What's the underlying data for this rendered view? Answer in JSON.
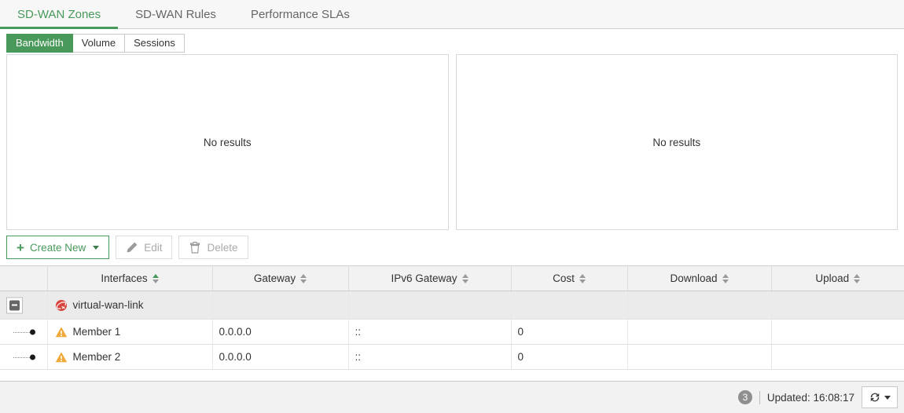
{
  "colors": {
    "accent_green": "#48995a",
    "warning_yellow": "#f0a838",
    "zone_red": "#d8453e"
  },
  "tabs": [
    {
      "label": "SD-WAN Zones",
      "active": true
    },
    {
      "label": "SD-WAN Rules",
      "active": false
    },
    {
      "label": "Performance SLAs",
      "active": false
    }
  ],
  "subtabs": [
    {
      "label": "Bandwidth",
      "active": true
    },
    {
      "label": "Volume",
      "active": false
    },
    {
      "label": "Sessions",
      "active": false
    }
  ],
  "charts": {
    "left_empty_text": "No results",
    "right_empty_text": "No results"
  },
  "toolbar": {
    "create_new_label": "Create New",
    "edit_label": "Edit",
    "delete_label": "Delete"
  },
  "table": {
    "columns": [
      {
        "label": "Interfaces",
        "sort": "asc"
      },
      {
        "label": "Gateway",
        "sort": "none"
      },
      {
        "label": "IPv6 Gateway",
        "sort": "none"
      },
      {
        "label": "Cost",
        "sort": "none"
      },
      {
        "label": "Download",
        "sort": "none"
      },
      {
        "label": "Upload",
        "sort": "none"
      }
    ],
    "rows": [
      {
        "interface": "virtual-wan-link",
        "icon": "sdwan-zone-icon",
        "gateway": "",
        "ipv6_gateway": "",
        "cost": "",
        "download": "",
        "upload": ""
      },
      {
        "interface": "Member 1",
        "icon": "warning-icon",
        "gateway": "0.0.0.0",
        "ipv6_gateway": "::",
        "cost": "0",
        "download": "",
        "upload": ""
      },
      {
        "interface": "Member 2",
        "icon": "warning-icon",
        "gateway": "0.0.0.0",
        "ipv6_gateway": "::",
        "cost": "0",
        "download": "",
        "upload": ""
      }
    ]
  },
  "statusbar": {
    "row_count": "3",
    "updated_text": "Updated: 16:08:17"
  }
}
